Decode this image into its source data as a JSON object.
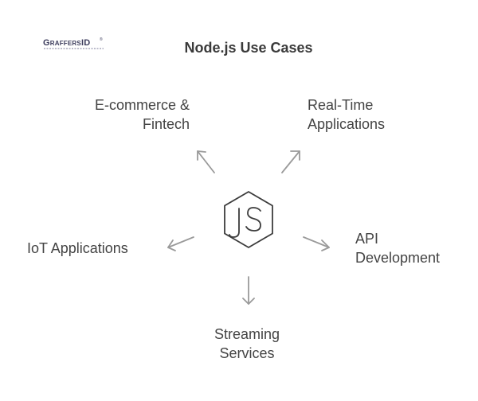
{
  "brand": {
    "logo_text": "GRAFFERSID"
  },
  "diagram": {
    "title": "Node.js Use Cases",
    "center_icon": "nodejs-hexagon-js-icon",
    "use_cases": {
      "ecommerce": "E-commerce &\nFintech",
      "realtime": "Real-Time\nApplications",
      "iot": "IoT Applications",
      "api": "API\nDevelopment",
      "streaming": "Streaming\nServices"
    }
  },
  "colors": {
    "text": "#444444",
    "arrow": "#9a9a9a",
    "icon_stroke": "#3c3c3c",
    "logo_dark": "#3b3b5c"
  }
}
